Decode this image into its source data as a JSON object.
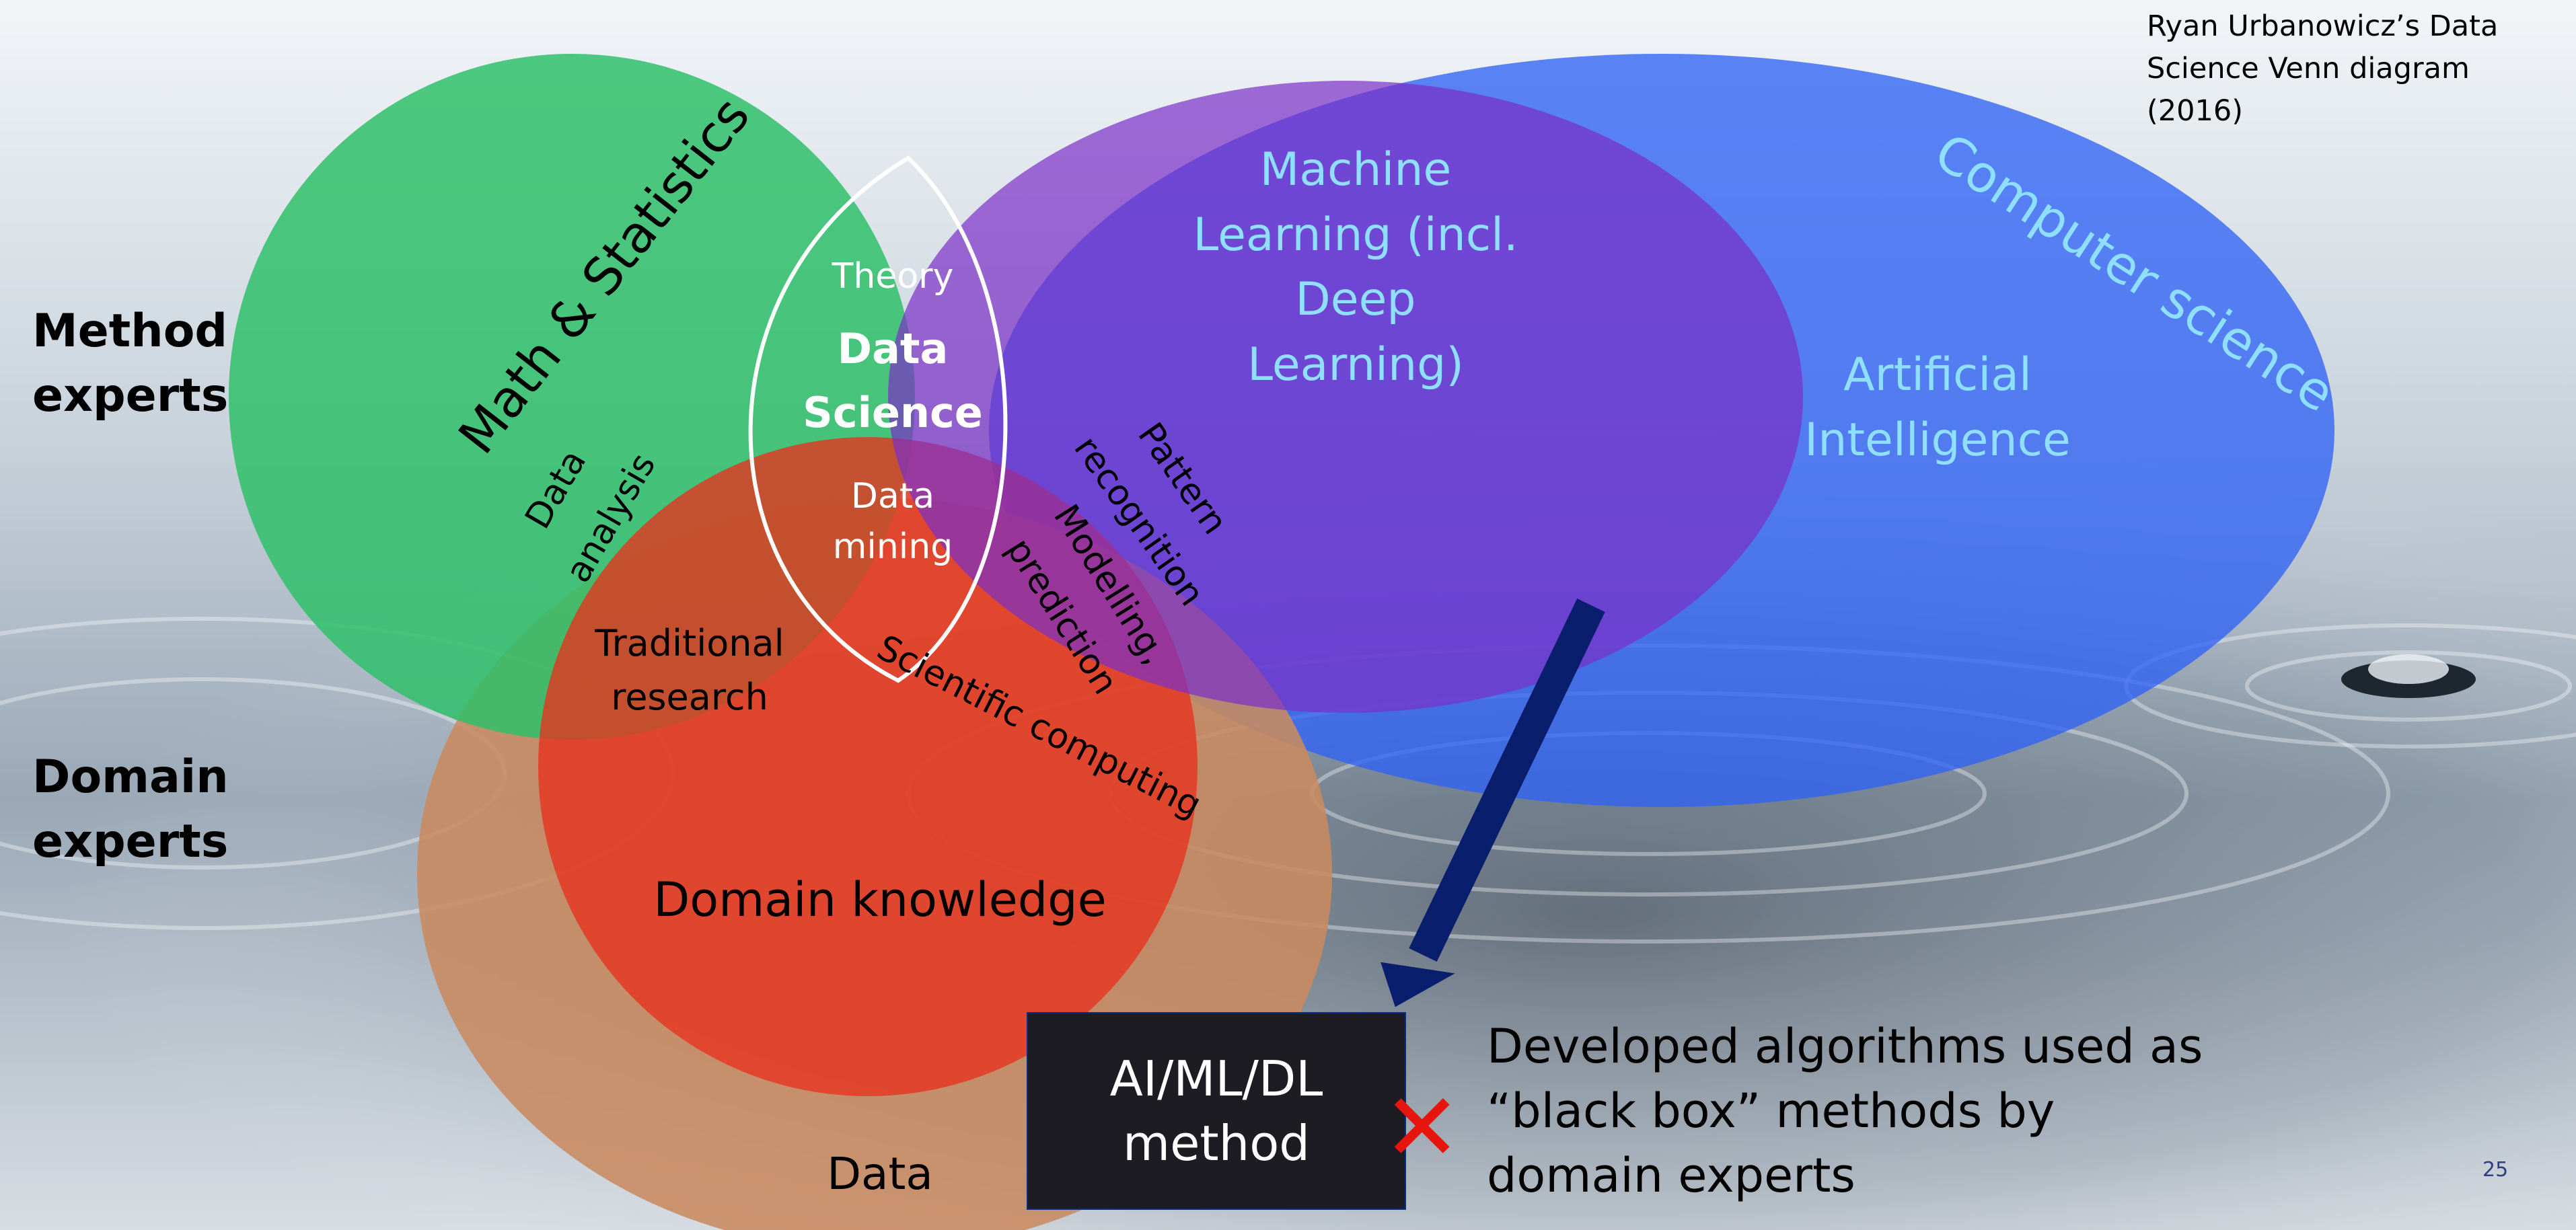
{
  "source_note": "Ryan Urbanowicz’s Data Science Venn diagram (2016)",
  "side_labels": {
    "method": "Method experts",
    "domain": "Domain experts"
  },
  "regions": {
    "math_stats": "Math & Statistics",
    "computer_science": "Computer science",
    "ml": [
      "Machine",
      "Learning (incl.",
      "Deep",
      "Learning)"
    ],
    "ai": [
      "Artificial",
      "Intelligence"
    ],
    "theory": "Theory",
    "data_science": [
      "Data",
      "Science"
    ],
    "data_mining": [
      "Data",
      "mining"
    ],
    "data_analysis": [
      "Data",
      "analysis"
    ],
    "traditional_research": [
      "Traditional",
      "research"
    ],
    "pattern_recognition": [
      "Pattern",
      "recognition"
    ],
    "modelling": [
      "Modelling,",
      "prediction"
    ],
    "scientific_computing": "Scientific computing",
    "domain_knowledge": "Domain knowledge",
    "data": "Data"
  },
  "method_box": "AI/ML/DL\nmethod",
  "reject_mark": "✕",
  "note": "Developed algorithms used as\n“black box” methods by\ndomain experts",
  "page_number": "25",
  "colors": {
    "green": "#2fbf6a",
    "blue": "#2f63f5",
    "purple": "#7a2fc8",
    "red": "#e8321e",
    "brown": "#c98a60",
    "cyan_text": "#8fe0ff",
    "arrow": "#0a1e6e"
  }
}
